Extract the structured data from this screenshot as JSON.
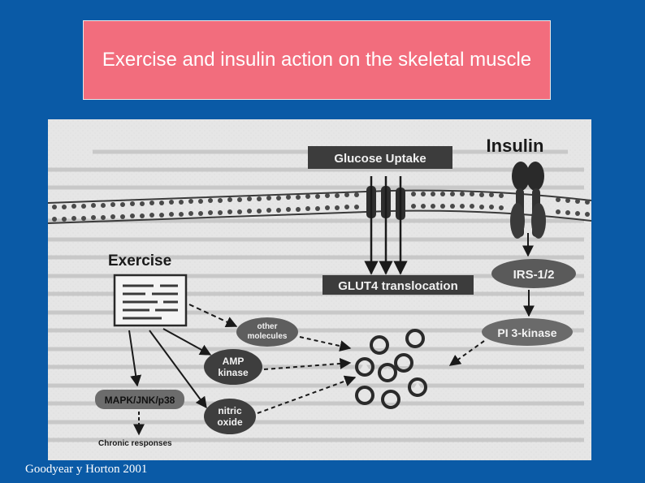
{
  "slide": {
    "title": "Exercise and insulin action on the skeletal muscle",
    "credit": "Goodyear y Horton 2001"
  },
  "diagram": {
    "glucose_uptake": "Glucose Uptake",
    "insulin": "Insulin",
    "exercise": "Exercise",
    "irs": "IRS-1/2",
    "glut4": "GLUT4 translocation",
    "pi3k": "PI 3-kinase",
    "other_molecules_1": "other",
    "other_molecules_2": "molecules",
    "amp_1": "AMP",
    "amp_2": "kinase",
    "mapk": "MAPK/JNK/p38",
    "nitric_1": "nitric",
    "nitric_2": "oxide",
    "chronic": "Chronic responses"
  }
}
